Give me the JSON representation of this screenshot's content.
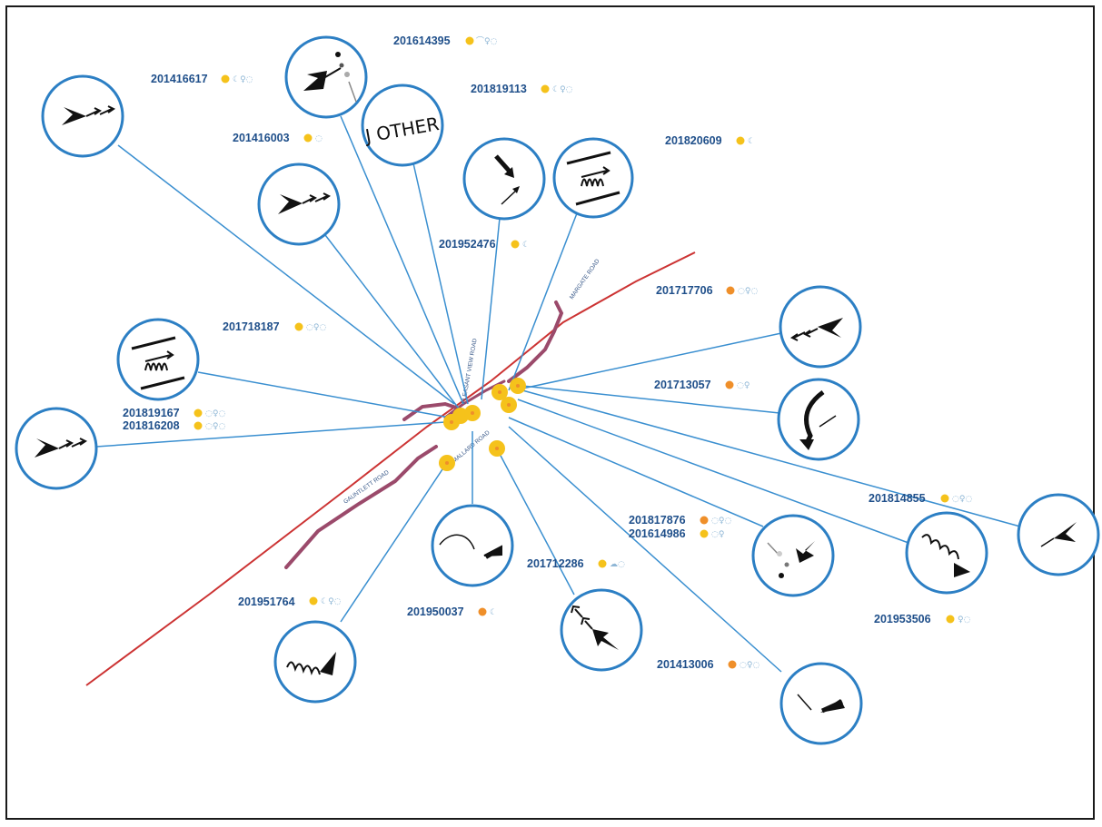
{
  "colors": {
    "leader_line": "#3a8fd0",
    "circle_stroke": "#2c7fc4",
    "road_red": "#cc3333",
    "road_maroon": "#9b4a6b",
    "crash_dot_yellow": "#f5c21b",
    "crash_dot_orange": "#ef8f2a",
    "crash_id_text": "#1f4f8a"
  },
  "roads": [
    {
      "label": "MARGATE ROAD"
    },
    {
      "label": "PLEASANT VIEW ROAD"
    },
    {
      "label": "GAUNTLETT ROAD"
    },
    {
      "label": "MALLARD ROAD"
    }
  ],
  "crash_labels": [
    {
      "id": "201614395",
      "severity": "yellow"
    },
    {
      "id": "201416617",
      "severity": "yellow"
    },
    {
      "id": "201819113",
      "severity": "yellow"
    },
    {
      "id": "201416003",
      "severity": "yellow"
    },
    {
      "id": "201820609",
      "severity": "yellow"
    },
    {
      "id": "201952476",
      "severity": "yellow"
    },
    {
      "id": "201717706",
      "severity": "orange"
    },
    {
      "id": "201718187",
      "severity": "yellow"
    },
    {
      "id": "201713057",
      "severity": "orange"
    },
    {
      "id": "201819167",
      "severity": "yellow"
    },
    {
      "id": "201816208",
      "severity": "yellow"
    },
    {
      "id": "201814855",
      "severity": "yellow"
    },
    {
      "id": "201817876",
      "severity": "orange"
    },
    {
      "id": "201614986",
      "severity": "yellow"
    },
    {
      "id": "201712286",
      "severity": "yellow"
    },
    {
      "id": "201951764",
      "severity": "yellow"
    },
    {
      "id": "201950037",
      "severity": "orange"
    },
    {
      "id": "201953506",
      "severity": "yellow"
    },
    {
      "id": "201413006",
      "severity": "orange"
    }
  ],
  "movement_diagrams": [
    {
      "name": "arrows-east-1",
      "icon": "three-arrows-right-icon"
    },
    {
      "name": "arrows-dotted",
      "icon": "arrow-with-dots-icon"
    },
    {
      "name": "other",
      "icon": "other-text-icon",
      "text": "J OTHER"
    },
    {
      "name": "arrows-east-2",
      "icon": "three-arrows-right-icon"
    },
    {
      "name": "diagonal-arrows",
      "icon": "diagonal-arrows-icon"
    },
    {
      "name": "coil-box-1",
      "icon": "coil-in-box-icon"
    },
    {
      "name": "coil-box-2",
      "icon": "coil-in-box-icon"
    },
    {
      "name": "arrows-east-3",
      "icon": "three-arrows-right-icon"
    },
    {
      "name": "arrows-west",
      "icon": "three-arrows-left-icon"
    },
    {
      "name": "curve-arrow",
      "icon": "s-curve-arrow-icon"
    },
    {
      "name": "big-arrow-left",
      "icon": "arrow-left-icon"
    },
    {
      "name": "coil-spiral",
      "icon": "coil-spiral-icon"
    },
    {
      "name": "arrow-dots-2",
      "icon": "arrow-with-dots-icon"
    },
    {
      "name": "curve-down",
      "icon": "curved-arrow-icon"
    },
    {
      "name": "arrows-up-left",
      "icon": "three-arrows-up-left-icon"
    },
    {
      "name": "coil-loop",
      "icon": "coil-loop-icon"
    },
    {
      "name": "arrow-down-right",
      "icon": "arrow-down-right-icon"
    }
  ]
}
